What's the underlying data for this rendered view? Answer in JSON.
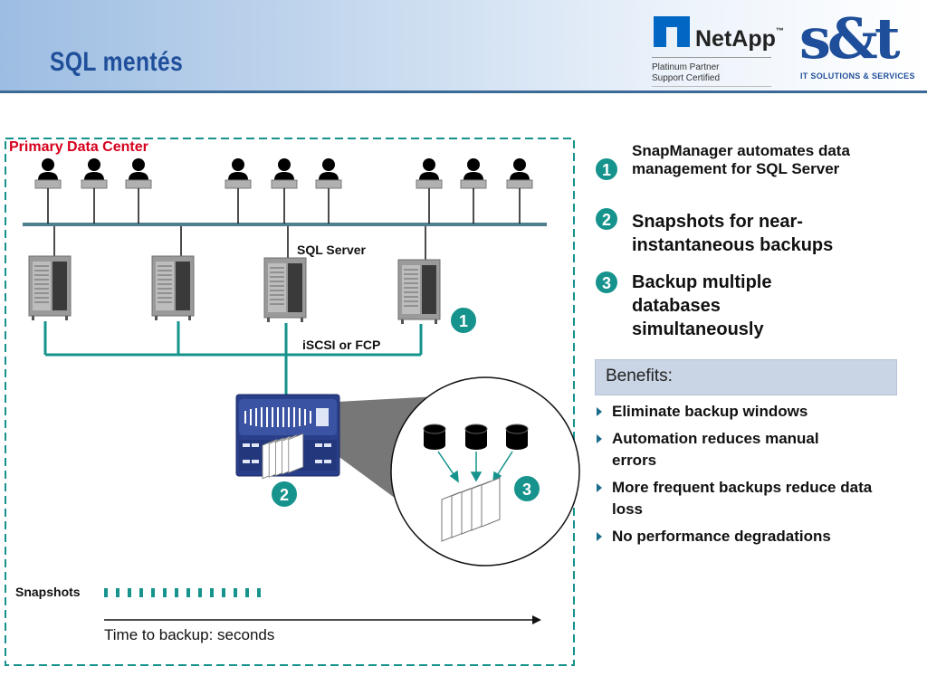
{
  "header": {
    "title": "SQL mentés",
    "netapp_logo_text": "NetApp",
    "netapp_tm": "™",
    "partner_line1": "Platinum Partner",
    "partner_line2": "Support Certified",
    "st_logo_text": "s&t",
    "st_tagline": "IT SOLUTIONS & SERVICES"
  },
  "diagram": {
    "primary_dc_label": "Primary Data Center",
    "sql_server_label": "SQL Server",
    "iscsi_label": "iSCSI or FCP",
    "snapshots_label": "Snapshots",
    "time_label": "Time to backup:  seconds",
    "markers": [
      "1",
      "2",
      "3"
    ]
  },
  "bullets": [
    {
      "number": "1",
      "text": "SnapManager automates data management for SQL Server"
    },
    {
      "number": "2",
      "text": "Snapshots for near-instantaneous backups"
    },
    {
      "number": "3",
      "text": "Backup multiple databases simultaneously"
    }
  ],
  "benefits": {
    "heading": "Benefits:",
    "items": [
      "Eliminate backup windows",
      "Automation reduces manual errors",
      "More frequent backups reduce data loss",
      "No performance degradations"
    ]
  },
  "colors": {
    "teal": "#16938c",
    "title_blue": "#1f4f9a",
    "red_label": "#d6001c",
    "storage_navy": "#2a3f8a"
  }
}
